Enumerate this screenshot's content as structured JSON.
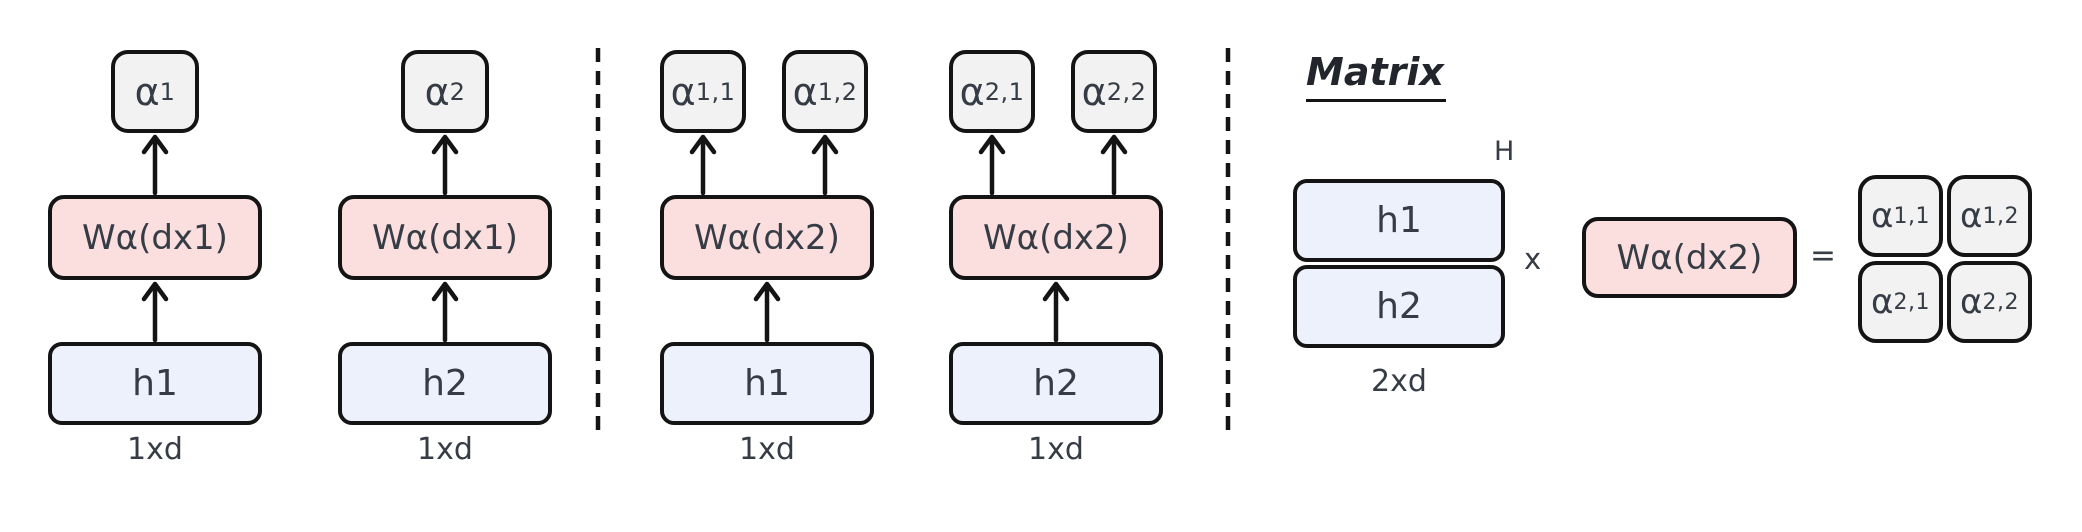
{
  "colors": {
    "weight_fill": "#fbdede",
    "hidden_fill": "#edf1fb",
    "alpha_fill": "#f2f2f2",
    "stroke": "#141414",
    "text": "#363c45",
    "background": "#ffffff"
  },
  "scalar_section": {
    "columns": [
      {
        "alpha_sym": "α",
        "alpha_sub": "1",
        "weight_label": "Wα(dx1)",
        "hidden_label": "h1",
        "dim_label": "1xd"
      },
      {
        "alpha_sym": "α",
        "alpha_sub": "2",
        "weight_label": "Wα(dx1)",
        "hidden_label": "h2",
        "dim_label": "1xd"
      }
    ]
  },
  "vector_section": {
    "columns": [
      {
        "alphas": [
          {
            "sym": "α",
            "sub": "1,1"
          },
          {
            "sym": "α",
            "sub": "1,2"
          }
        ],
        "weight_label": "Wα(dx2)",
        "hidden_label": "h1",
        "dim_label": "1xd"
      },
      {
        "alphas": [
          {
            "sym": "α",
            "sub": "2,1"
          },
          {
            "sym": "α",
            "sub": "2,2"
          }
        ],
        "weight_label": "Wα(dx2)",
        "hidden_label": "h2",
        "dim_label": "1xd"
      }
    ]
  },
  "matrix_section": {
    "title": "Matrix",
    "transpose_label": "H",
    "hidden_rows": [
      "h1",
      "h2"
    ],
    "dim_label": "2xd",
    "multiply_sign": "x",
    "weight_label": "Wα(dx2)",
    "equals_sign": "=",
    "result_cells": [
      {
        "sym": "α",
        "sub": "1,1"
      },
      {
        "sym": "α",
        "sub": "1,2"
      },
      {
        "sym": "α",
        "sub": "2,1"
      },
      {
        "sym": "α",
        "sub": "2,2"
      }
    ]
  }
}
